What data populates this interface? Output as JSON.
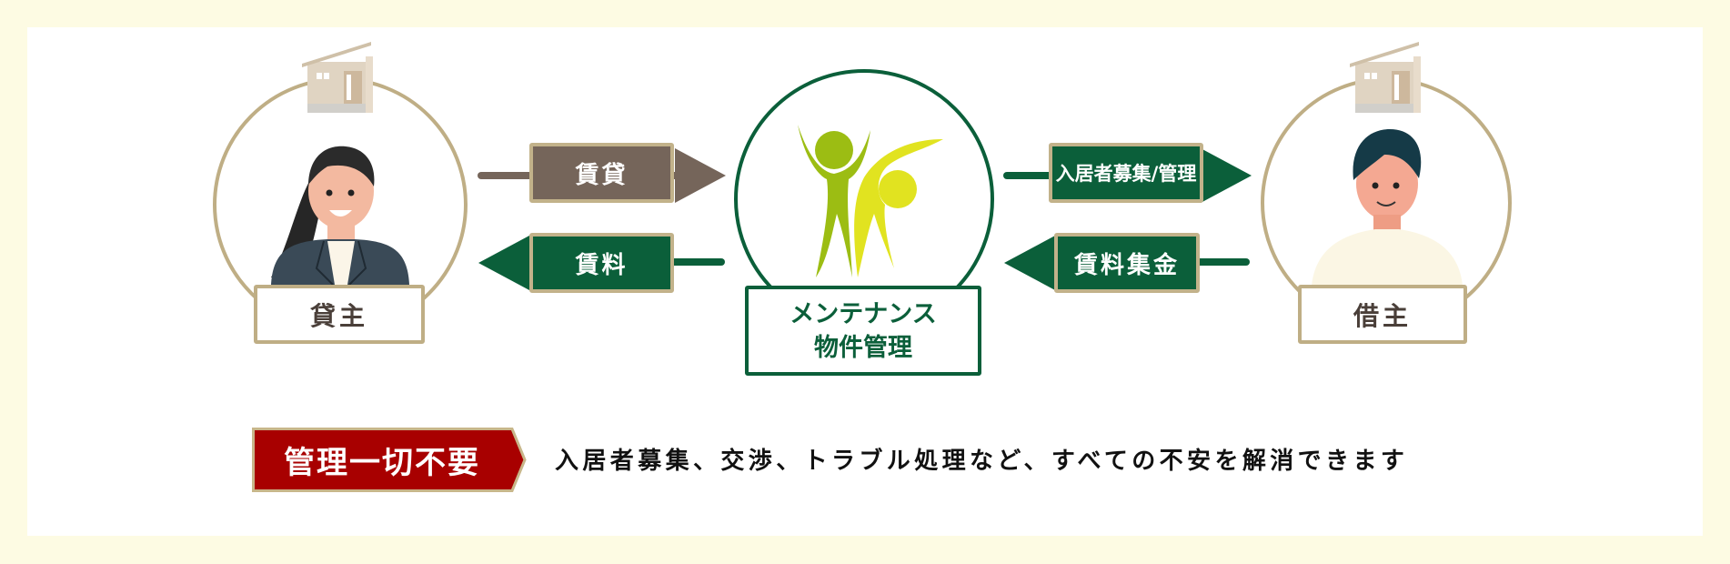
{
  "colors": {
    "background": "#fdfbe3",
    "card": "#ffffff",
    "tan_border": "#bfae85",
    "brown": "#75655a",
    "green": "#0b5f3a",
    "badge_red": "#a80000",
    "logo_green": "#9cbd13",
    "logo_yellow": "#e1e320"
  },
  "diagram": {
    "landlord": {
      "label": "貸主",
      "icon": "woman-avatar-icon",
      "house_icon": "house-icon"
    },
    "company": {
      "label_line1": "メンテナンス",
      "label_line2": "物件管理",
      "icon": "company-logo-icon"
    },
    "tenant": {
      "label": "借主",
      "icon": "man-avatar-icon",
      "house_icon": "house-icon"
    },
    "flows": {
      "landlord_to_company": {
        "label": "賃貸",
        "direction": "right"
      },
      "company_to_landlord": {
        "label": "賃料",
        "direction": "left"
      },
      "company_to_tenant": {
        "label": "入居者募集/管理",
        "direction": "right"
      },
      "tenant_to_company": {
        "label": "賃料集金",
        "direction": "left"
      }
    }
  },
  "footer": {
    "badge": "管理一切不要",
    "description": "入居者募集、交渉、トラブル処理など、すべての不安を解消できます"
  }
}
